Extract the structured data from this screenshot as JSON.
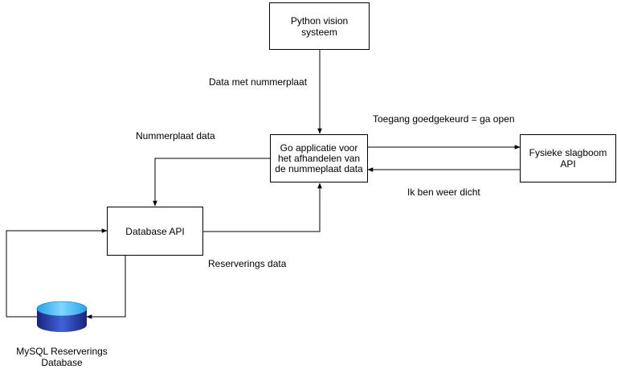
{
  "nodes": {
    "python_vision": "Python vision systeem",
    "go_app": "Go applicatie voor het afhandelen van de nummeplaat data",
    "slagboom": "Fysieke slagboom API",
    "database_api": "Database API",
    "mysql_db": "MySQL Reserverings Database"
  },
  "edges": {
    "python_to_go": "Data met nummerplaat",
    "go_to_slagboom": "Toegang goedgekeurd = ga open",
    "slagboom_to_go": "Ik ben weer dicht",
    "go_to_dbapi": "Nummerplaat data",
    "dbapi_to_go": "Reserverings data"
  },
  "colors": {
    "line": "#000000",
    "db_top": "#66ccff",
    "db_body_dark": "#1a237e",
    "db_body_light": "#3f63d8"
  },
  "icons": {
    "database": "database-cylinder-icon"
  }
}
